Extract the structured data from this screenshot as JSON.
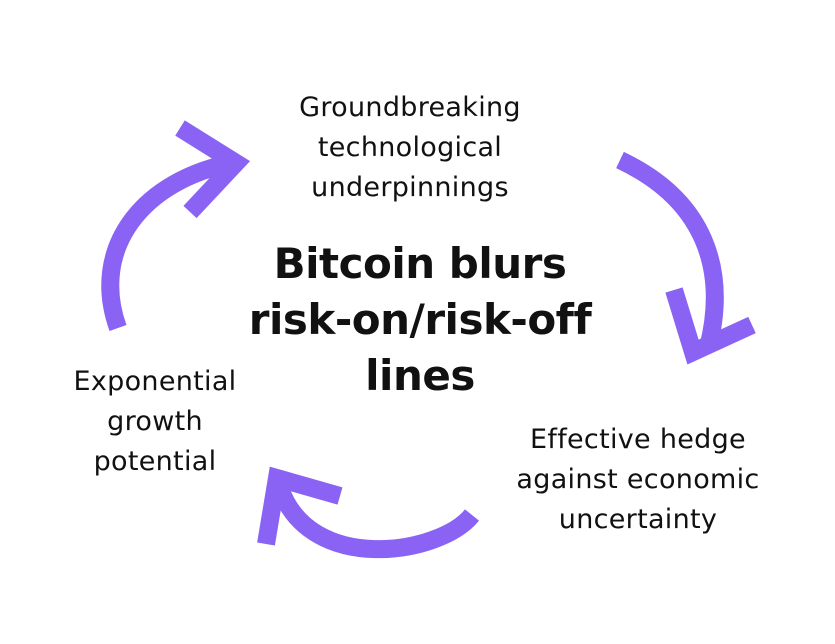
{
  "title": {
    "lines": [
      "Bitcoin blurs",
      "risk-on/risk-off",
      "lines"
    ]
  },
  "nodes": {
    "top": {
      "lines": [
        "Groundbreaking",
        "technological",
        "underpinnings"
      ]
    },
    "right": {
      "lines": [
        "Effective hedge",
        "against economic",
        "uncertainty"
      ]
    },
    "left": {
      "lines": [
        "Exponential",
        "growth",
        "potential"
      ]
    }
  },
  "colors": {
    "arrow": "#8a63f4",
    "text": "#111111",
    "background": "#ffffff"
  }
}
